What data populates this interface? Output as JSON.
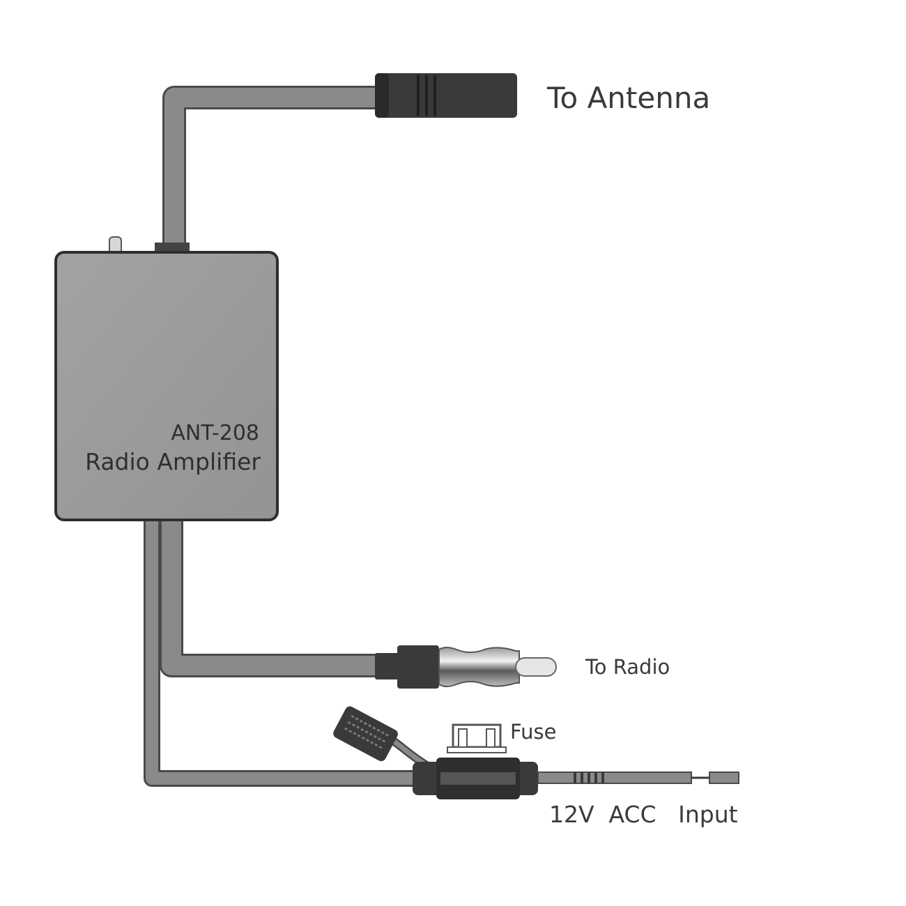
{
  "device": {
    "model": "ANT-208",
    "name": "Radio Amplifier"
  },
  "labels": {
    "antenna": "To Antenna",
    "radio": "To Radio",
    "fuse": "Fuse",
    "power": "12V  ACC   Input"
  },
  "colors": {
    "cable": "#8a8a8a",
    "cable_edge": "#4a4a4a",
    "box_fill": "#9a9a9a",
    "box_edge": "#2e2e2e",
    "connector": "#3a3a3a",
    "text": "#3a3a3a"
  }
}
